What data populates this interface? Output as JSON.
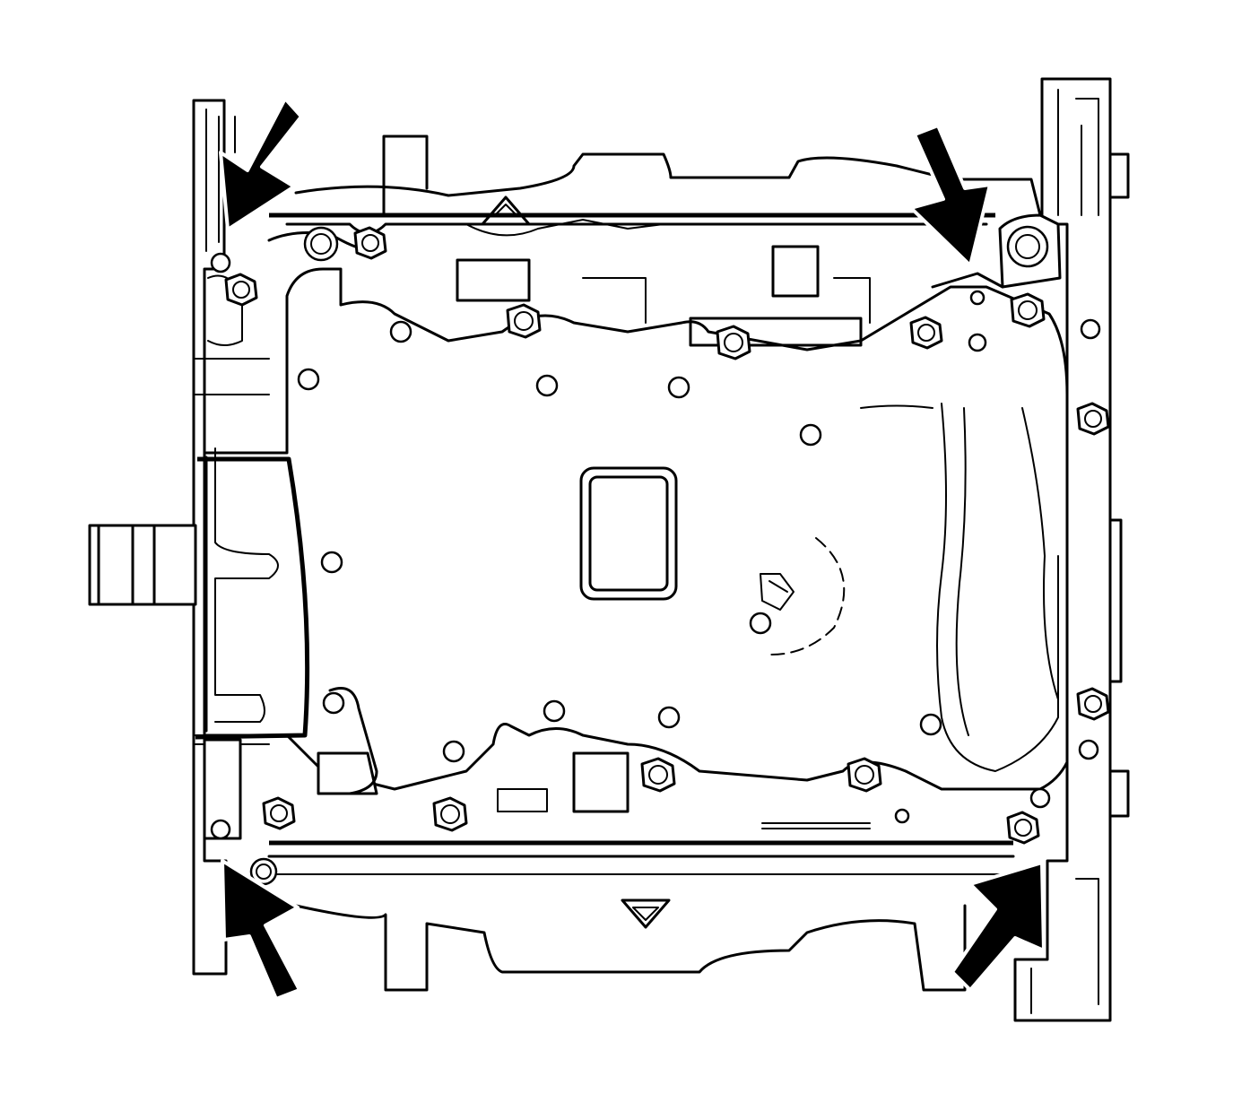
{
  "diagram": {
    "subject": "oil-pan-bottom-view",
    "arrow_color": "#000000",
    "line_color": "#000000",
    "background": "#ffffff",
    "callout_arrows": [
      {
        "id": "top-left",
        "direction": "down-left"
      },
      {
        "id": "top-right",
        "direction": "down-right"
      },
      {
        "id": "bottom-left",
        "direction": "up-left"
      },
      {
        "id": "bottom-right",
        "direction": "up-right"
      }
    ]
  }
}
